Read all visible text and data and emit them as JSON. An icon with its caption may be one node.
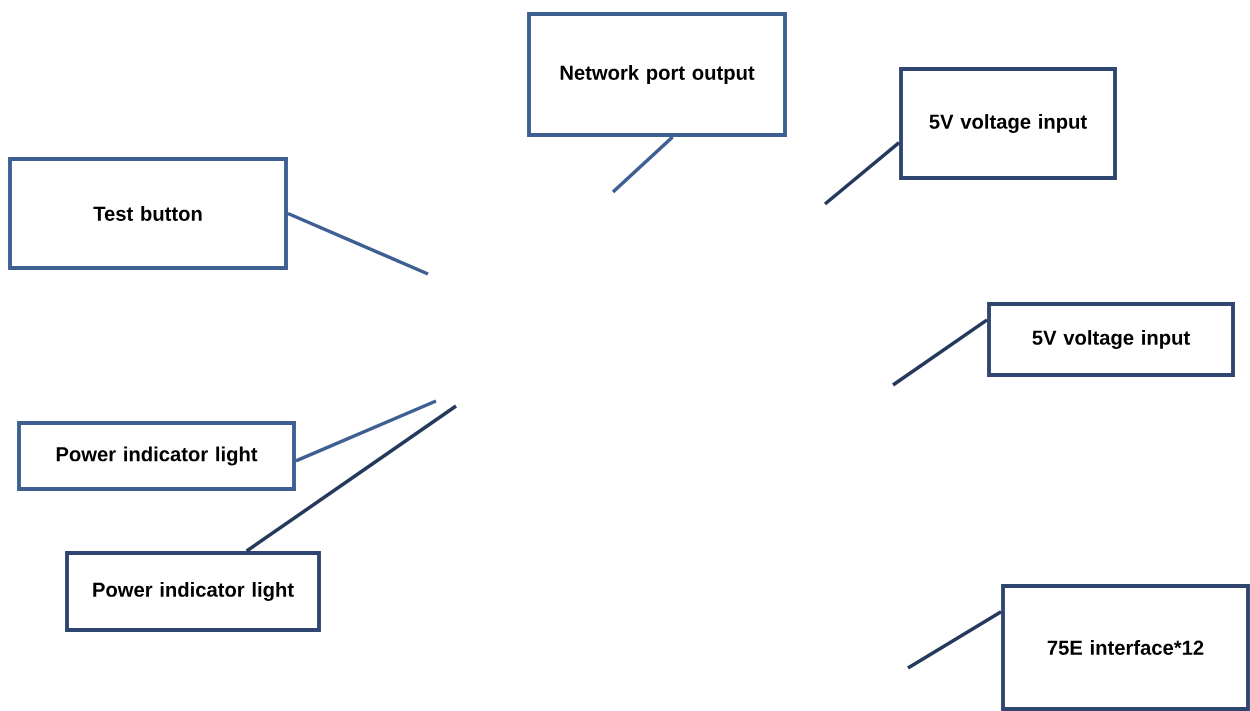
{
  "diagram": {
    "nodes": [
      {
        "text": [
          "Network port output"
        ]
      },
      {
        "text": [
          "5V voltage input"
        ]
      },
      {
        "text": [
          "Test button"
        ]
      },
      {
        "text": [
          "5V voltage input"
        ]
      },
      {
        "text": [
          "Power indicator light"
        ]
      },
      {
        "text": [
          "Power indicator light"
        ]
      },
      {
        "text": [
          "75E interface*12"
        ]
      }
    ],
    "edges": [
      {
        "from": 0,
        "to": null,
        "arrow": "none",
        "color": "#3d5f92"
      },
      {
        "from": 1,
        "to": null,
        "arrow": "none"
      },
      {
        "from": 2,
        "to": null,
        "arrow": "none",
        "color": "#3d5f92"
      },
      {
        "from": 3,
        "to": null,
        "arrow": "none"
      },
      {
        "from": 4,
        "to": null,
        "arrow": "none",
        "color": "#3d5f92"
      },
      {
        "from": 5,
        "to": null,
        "arrow": "none"
      },
      {
        "from": 6,
        "to": null,
        "arrow": "none"
      }
    ]
  }
}
